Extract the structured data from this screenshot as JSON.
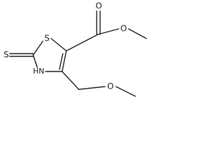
{
  "atoms": {
    "thione_s": "S",
    "ring_s": "S",
    "ring_nh": "HN",
    "carbonyl_o": "O",
    "ester_o": "O",
    "ether_o": "O"
  }
}
